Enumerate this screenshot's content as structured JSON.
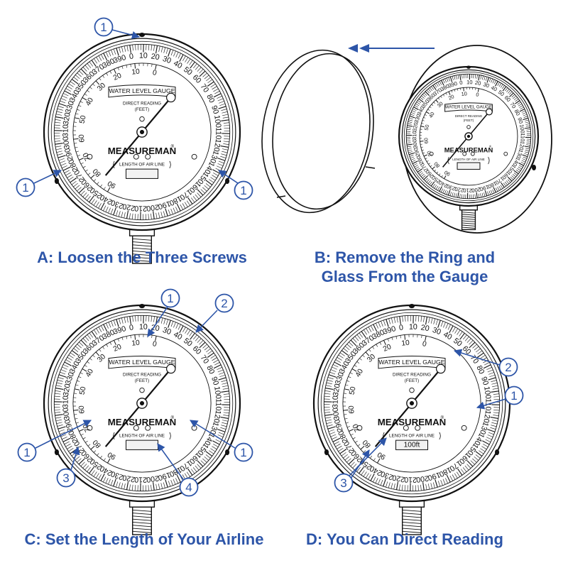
{
  "steps": {
    "a": {
      "caption": "A: Loosen the Three Screws"
    },
    "b": {
      "caption_line1": "B: Remove the Ring and",
      "caption_line2": "Glass From the Gauge"
    },
    "c": {
      "caption": "C: Set the Length of Your Airline"
    },
    "d": {
      "caption": "D: You Can Direct Reading"
    }
  },
  "gauge": {
    "title": "WATER LEVEL GAUGE",
    "subtitle_line1": "DIRECT READING",
    "subtitle_line2": "(FEET)",
    "brand": "MEASUREMAN",
    "registered_mark": "®",
    "airline_label": "LENGTH OF AIR LINE",
    "outer_scale": [
      "0",
      "10",
      "20",
      "30",
      "40",
      "50",
      "60",
      "70",
      "80",
      "90",
      "100",
      "110",
      "120",
      "130",
      "140",
      "150",
      "160",
      "170",
      "180",
      "190",
      "200",
      "210",
      "220",
      "230",
      "240",
      "250",
      "260",
      "270",
      "280",
      "290",
      "300",
      "310",
      "320",
      "330",
      "340",
      "350",
      "360",
      "370",
      "380",
      "390"
    ],
    "inner_scale": [
      "0",
      "10",
      "20",
      "30",
      "40",
      "50",
      "60",
      "70",
      "80",
      "90"
    ]
  },
  "airline_value": "100ft",
  "callouts": {
    "one": "1",
    "two": "2",
    "three": "3",
    "four": "4"
  },
  "colors": {
    "accent": "#2d55a8",
    "ink": "#111111",
    "window": "#f2f2f2"
  }
}
